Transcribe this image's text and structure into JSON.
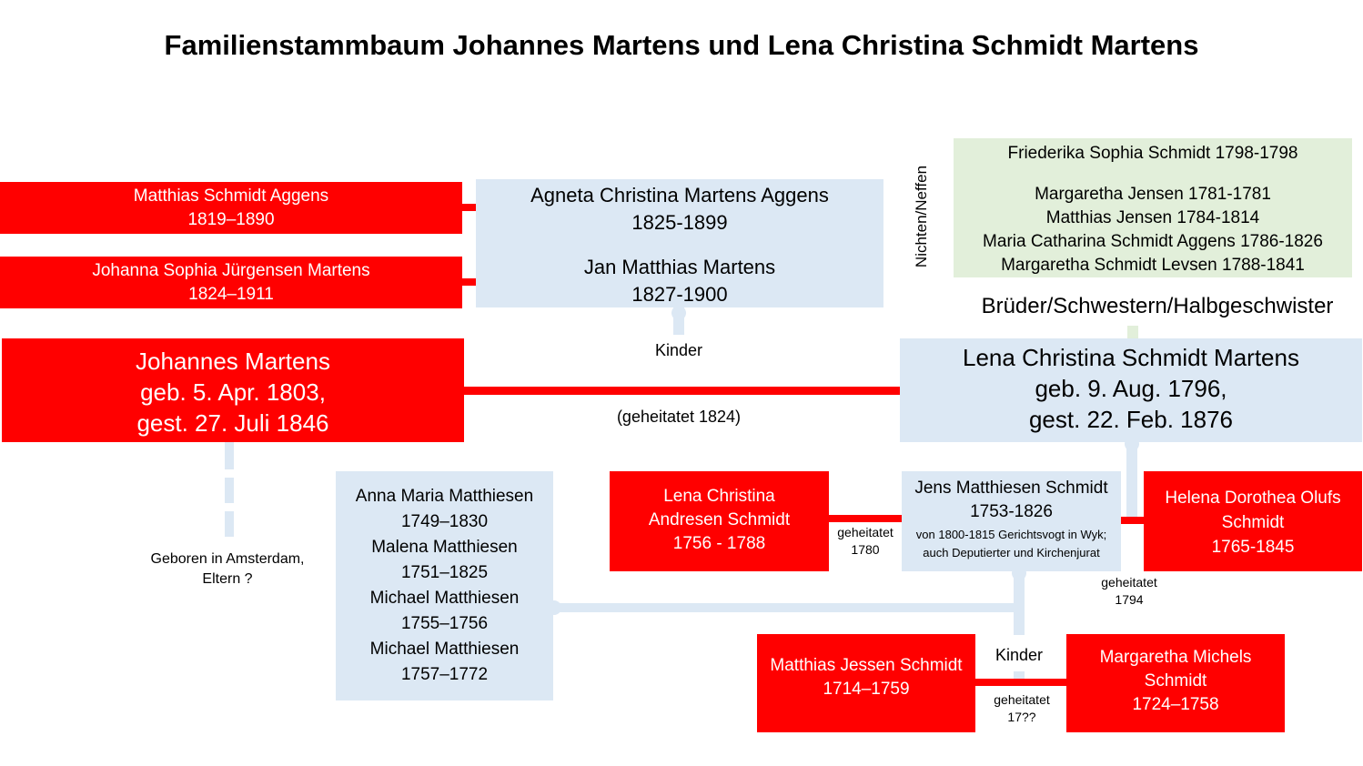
{
  "title": "Familienstammbaum Johannes Martens und Lena Christina Schmidt Martens",
  "colors": {
    "red": "#ff0000",
    "blue": "#dce8f4",
    "green": "#e2efda"
  },
  "nodes": {
    "matthias_aggens": {
      "name": "Matthias Schmidt Aggens",
      "dates": "1819–1890"
    },
    "johanna_martens": {
      "name": "Johanna Sophia Jürgensen Martens",
      "dates": "1824–1911"
    },
    "agneta": {
      "name": "Agneta Christina Martens Aggens",
      "dates": "1825-1899"
    },
    "jan": {
      "name": "Jan Matthias Martens",
      "dates": "1827-1900"
    },
    "johannes": {
      "name": "Johannes Martens",
      "born": "geb. 5. Apr. 1803,",
      "died": "gest. 27. Juli 1846"
    },
    "lena": {
      "name": "Lena Christina Schmidt Martens",
      "born": "geb. 9. Aug. 1796,",
      "died": "gest. 22. Feb. 1876"
    },
    "siblings": {
      "friederika": "Friederika Sophia Schmidt 1798-1798",
      "items": [
        "Margaretha Jensen 1781-1781",
        "Matthias Jensen 1784-1814",
        "Maria Catharina Schmidt Aggens 1786-1826",
        "Margaretha Schmidt Levsen 1788-1841"
      ]
    },
    "lena_andresen": {
      "line1": "Lena Christina",
      "line2": "Andresen Schmidt",
      "dates": "1756 - 1788"
    },
    "jens": {
      "name": "Jens Matthiesen Schmidt",
      "dates": "1753-1826",
      "note1": "von 1800-1815 Gerichtsvogt in Wyk;",
      "note2": "auch Deputierter und Kirchenjurat"
    },
    "helena": {
      "line1": "Helena Dorothea Olufs",
      "line2": "Schmidt",
      "dates": "1765-1845"
    },
    "matthiesen": [
      {
        "name": "Anna Maria Matthiesen",
        "dates": "1749–1830"
      },
      {
        "name": "Malena Matthiesen",
        "dates": "1751–1825"
      },
      {
        "name": "Michael Matthiesen",
        "dates": "1755–1756"
      },
      {
        "name": "Michael Matthiesen",
        "dates": "1757–1772"
      }
    ],
    "matthias_jessen": {
      "name": "Matthias Jessen Schmidt",
      "dates": "1714–1759"
    },
    "margaretha_michels": {
      "line1": "Margaretha Michels",
      "line2": "Schmidt",
      "dates": "1724–1758"
    }
  },
  "labels": {
    "nichten": "Nichten/Neffen",
    "brueder": "Brüder/Schwestern/Halbgeschwister",
    "kinder_top": "Kinder",
    "geheiratet_1824": "(geheitatet 1824)",
    "amsterdam_1": "Geboren in Amsterdam,",
    "amsterdam_2": "Eltern ?",
    "geheiratet_1780_a": "geheitatet",
    "geheiratet_1780_b": "1780",
    "geheiratet_1794_a": "geheitatet",
    "geheiratet_1794_b": "1794",
    "kinder_bottom": "Kinder",
    "geheiratet_17_a": "geheitatet",
    "geheiratet_17_b": "17??"
  }
}
